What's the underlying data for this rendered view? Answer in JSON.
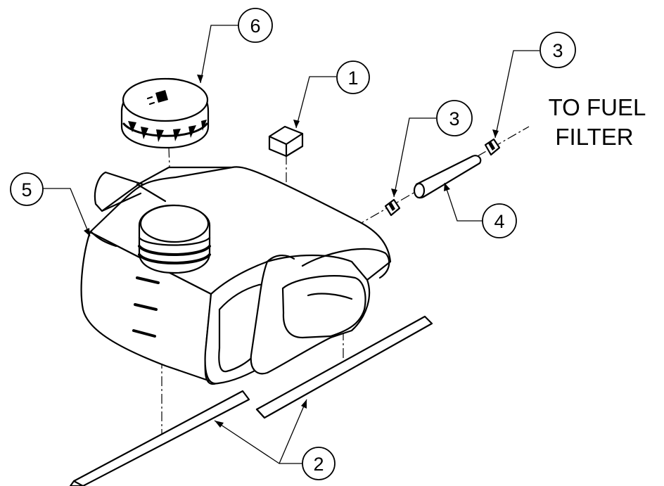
{
  "callouts": {
    "fuel_tank": "1",
    "tank_straps": "2",
    "clamp_left": "3",
    "clamp_right": "3",
    "fuel_line": "4",
    "tank_body": "5",
    "fuel_cap": "6"
  },
  "note": {
    "line1": "TO FUEL",
    "line2": "FILTER"
  },
  "colors": {
    "ink": "#000000",
    "paper": "#ffffff"
  }
}
